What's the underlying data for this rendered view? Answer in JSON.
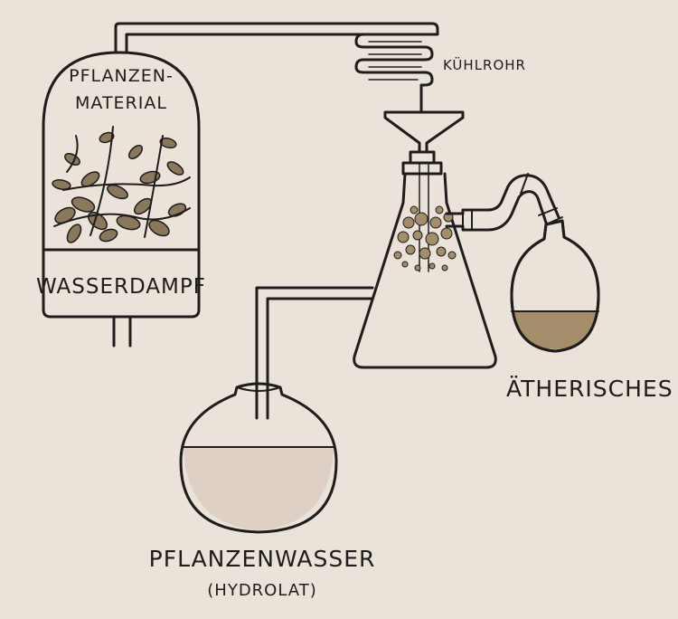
{
  "labels": {
    "plant_material_line1": "PFLANZEN-",
    "plant_material_line2": "MATERIAL",
    "steam": "WASSERDAMPF",
    "condenser": "KÜHLROHR",
    "essential_oil": "ÄTHERISCHES ÖL",
    "plant_water": "PFLANZENWASSER",
    "hydrolat": "(HYDROLAT)"
  },
  "colors": {
    "background": "#ebe3da",
    "ink": "#1e1d1c",
    "oil": "#a38d6a",
    "hydrolat": "#dfd0c5",
    "leaf": "#8a785c"
  }
}
